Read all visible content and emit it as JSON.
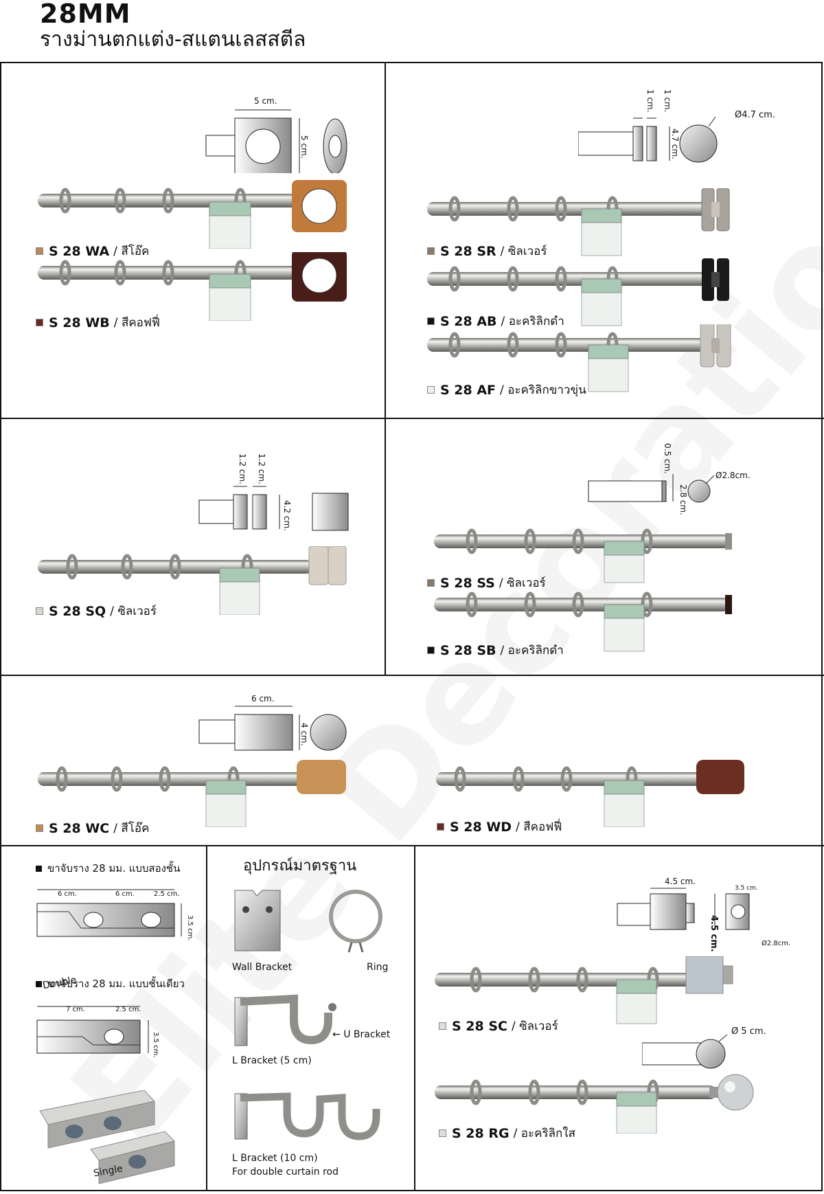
{
  "header": {
    "title": "28MM",
    "subtitle": "รางม่านตกแต่ง-สแตนเลสสตีล"
  },
  "products": [
    {
      "code": "S 28 WA",
      "desc": "สีโอ๊ค",
      "swatch": "#b8875c",
      "finial": "#c07a3c",
      "dims": [
        "5 cm.",
        "5 cm."
      ]
    },
    {
      "code": "S 28 WB",
      "desc": "สีคอฟฟี่",
      "swatch": "#6a2a22",
      "finial": "#4a1e18"
    },
    {
      "code": "S 28 SR",
      "desc": "ซิลเวอร์",
      "swatch": "#8b7a6a",
      "finial": "#a8a39b",
      "dims": [
        "1 cm.",
        "1 cm.",
        "4.7 cm.",
        "Ø4.7 cm."
      ]
    },
    {
      "code": "S 28 AB",
      "desc": "อะคริลิกดำ",
      "swatch": "#111111",
      "finial": "#1a1a1a"
    },
    {
      "code": "S 28 AF",
      "desc": "อะคริลิกขาวขุ่น",
      "swatch": "#eeeeee",
      "finial": "#c9c6bf"
    },
    {
      "code": "S 28 SQ",
      "desc": "ซิลเวอร์",
      "swatch": "#d8d8d2",
      "finial": "#d9d0c6",
      "dims": [
        "1.2 cm.",
        "1.2 cm.",
        "4.2 cm."
      ]
    },
    {
      "code": "S 28 SS",
      "desc": "ซิลเวอร์",
      "swatch": "#8b7a6a",
      "finial": "#8e8e8a",
      "dims": [
        "0.5 cm.",
        "2.8 cm.",
        "Ø2.8cm."
      ]
    },
    {
      "code": "S 28 SB",
      "desc": "อะคริลิกดำ",
      "swatch": "#111111",
      "finial": "#2a1612"
    },
    {
      "code": "S 28 WC",
      "desc": "สีโอ๊ค",
      "swatch": "#c08a55",
      "finial": "#c89257",
      "dims": [
        "6 cm.",
        "4 cm."
      ]
    },
    {
      "code": "S 28 WD",
      "desc": "สีคอฟฟี่",
      "swatch": "#6a2a22",
      "finial": "#6b2e22"
    },
    {
      "code": "S 28 SC",
      "desc": "ซิลเวอร์",
      "swatch": "#dddddd",
      "finial": "#bcc4cc",
      "dims": [
        "4.5 cm.",
        "4.5 cm.",
        "3.5 cm.",
        "Ø2.8cm."
      ]
    },
    {
      "code": "S 28 RG",
      "desc": "อะคริลิกใส",
      "swatch": "#dddddd",
      "finial": "#cfd2d2",
      "dims": [
        "Ø 5 cm."
      ]
    }
  ],
  "brackets": {
    "double_title": "ขาจับราง 28 มม. แบบสองชั้น",
    "double_dims": [
      "6 cm.",
      "6 cm.",
      "2.5 cm.",
      "3.5 cm."
    ],
    "single_title": "ขาจับราง 28 มม. แบบชั้นเดียว",
    "single_dims": [
      "7 cm.",
      "2.5 cm.",
      "3.5 cm."
    ],
    "photo_double": "Double",
    "photo_single": "Single"
  },
  "accessories": {
    "title": "อุปกรณ์มาตรฐาน",
    "wall_bracket": "Wall Bracket",
    "ring": "Ring",
    "u_bracket": "U Bracket",
    "l_bracket_5": "L Bracket (5 cm)",
    "l_bracket_10": "L Bracket (10 cm)",
    "l_bracket_10_note": "For double curtain rod"
  }
}
